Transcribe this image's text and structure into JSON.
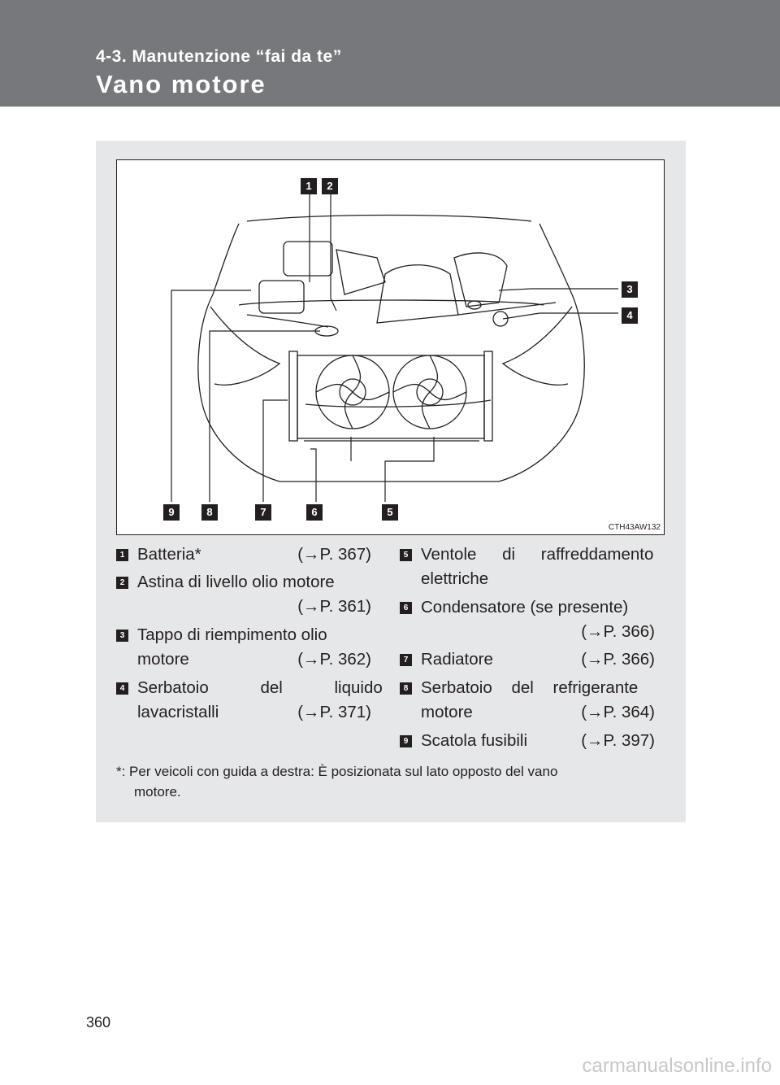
{
  "header": {
    "section_label": "4-3. Manutenzione “fai da te”",
    "page_title": "Vano motore"
  },
  "figure": {
    "code": "CTH43AW132",
    "callouts": [
      "1",
      "2",
      "3",
      "4",
      "5",
      "6",
      "7",
      "8",
      "9"
    ]
  },
  "items": [
    {
      "num": "1",
      "lines": [
        "Batteria*"
      ],
      "ref": "(→P. 367)"
    },
    {
      "num": "2",
      "lines": [
        "Astina di livello olio motore"
      ],
      "ref": "(→P. 361)"
    },
    {
      "num": "3",
      "lines": [
        "Tappo di riempimento olio",
        "motore"
      ],
      "ref": "(→P. 362)"
    },
    {
      "num": "4",
      "lines": [
        "Serbatoio del liquido",
        "lavacristalli"
      ],
      "ref": "(→P. 371)"
    },
    {
      "num": "5",
      "lines": [
        "Ventole di raffreddamento",
        "elettriche"
      ],
      "ref": ""
    },
    {
      "num": "6",
      "lines": [
        "Condensatore (se presente)"
      ],
      "ref": "(→P. 366)"
    },
    {
      "num": "7",
      "lines": [
        "Radiatore"
      ],
      "ref": "(→P. 366)"
    },
    {
      "num": "8",
      "lines": [
        "Serbatoio del refrigerante",
        "motore"
      ],
      "ref": "(→P. 364)"
    },
    {
      "num": "9",
      "lines": [
        "Scatola fusibili"
      ],
      "ref": "(→P. 397)"
    }
  ],
  "footnote": {
    "line1": "*: Per veicoli con guida a destra: È posizionata sul lato opposto del vano",
    "line2": "motore."
  },
  "page_number": "360",
  "watermark": "carmanualsonline.info"
}
